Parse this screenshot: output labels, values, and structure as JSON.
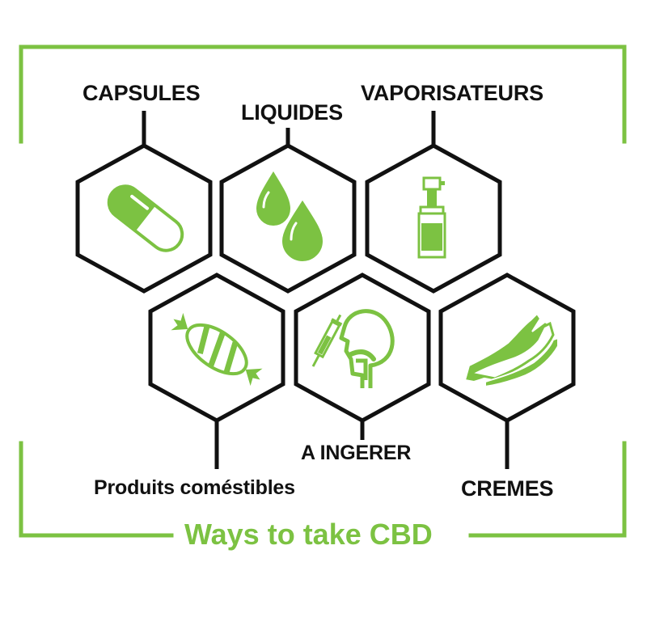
{
  "title": "Ways to take CBD",
  "colors": {
    "accent": "#7cc242",
    "outline": "#111111",
    "background": "#ffffff"
  },
  "categories": [
    {
      "id": "capsules",
      "label": "CAPSULES",
      "icon": "capsule-icon"
    },
    {
      "id": "liquides",
      "label": "LIQUIDES",
      "icon": "droplets-icon"
    },
    {
      "id": "vaporisateurs",
      "label": "VAPORISATEURS",
      "icon": "spray-bottle-icon"
    },
    {
      "id": "edibles",
      "label": "Produits coméstibles",
      "icon": "candy-icon"
    },
    {
      "id": "ingerer",
      "label": "A INGERER",
      "icon": "syringe-head-icon"
    },
    {
      "id": "cremes",
      "label": "CREMES",
      "icon": "hands-cream-icon"
    }
  ]
}
